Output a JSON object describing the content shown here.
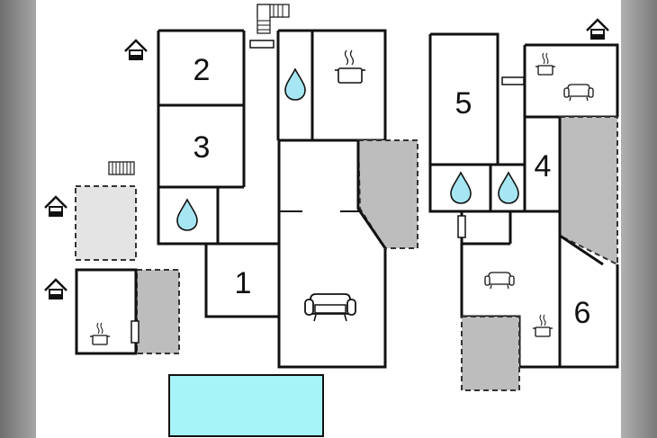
{
  "floorplan": {
    "rooms": [
      {
        "id": "room-2",
        "label": "2"
      },
      {
        "id": "room-3",
        "label": "3"
      },
      {
        "id": "room-1",
        "label": "1"
      },
      {
        "id": "room-5",
        "label": "5"
      },
      {
        "id": "room-4",
        "label": "4"
      },
      {
        "id": "room-6",
        "label": "6"
      }
    ],
    "colors": {
      "wall": "#111111",
      "terrace": "#bdbdbd",
      "light_terrace": "#e4e4e4",
      "pool": "#a6f3f8",
      "water": "#a6e6f2",
      "side_panel": "#8c8c8c"
    },
    "icons": [
      "house-icon",
      "stairs-icon",
      "water-drop-icon",
      "kitchen-pot-icon",
      "sofa-icon",
      "radiator-icon",
      "door-icon"
    ]
  }
}
